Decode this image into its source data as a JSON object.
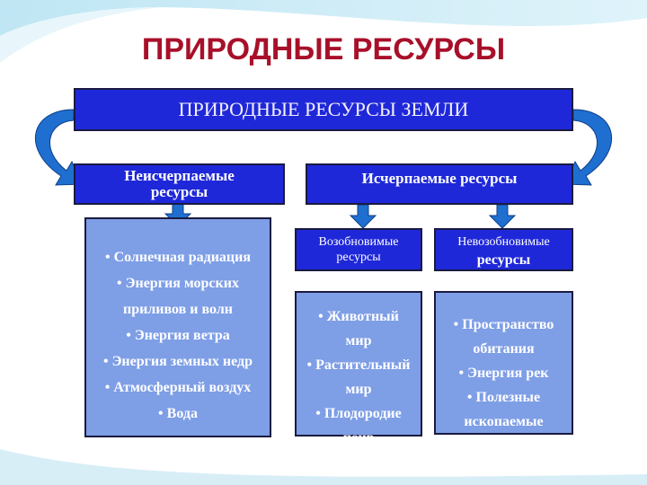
{
  "title": "ПРИРОДНЫЕ РЕСУРСЫ",
  "main_box": "ПРИРОДНЫЕ РЕСУРСЫ ЗЕМЛИ",
  "level1": {
    "left_line1": "Неисчерпаемые",
    "left_line2": "ресурсы",
    "right": "Исчерпаемые ресурсы"
  },
  "level2": {
    "left_line1": "Возобновимые",
    "left_line2": "ресурсы",
    "right_line1": "Невозобновимые",
    "right_line2": "ресурсы"
  },
  "inexhaustible_items": [
    "• Солнечная радиация",
    "• Энергия морских",
    "приливов и волн",
    "• Энергия ветра",
    "• Энергия земных недр",
    "• Атмосферный воздух",
    "• Вода"
  ],
  "renewable_items": [
    "• Животный",
    "мир",
    "• Растительный",
    "мир",
    "• Плодородие",
    "почв"
  ],
  "nonrenewable_items": [
    "• Пространство",
    "обитания",
    "• Энергия рек",
    "• Полезные",
    "ископаемые"
  ],
  "colors": {
    "title": "#a8102a",
    "dark_box": "#1f28d8",
    "light_box": "#7e9ee6",
    "arrow": "#1f6fd0"
  }
}
